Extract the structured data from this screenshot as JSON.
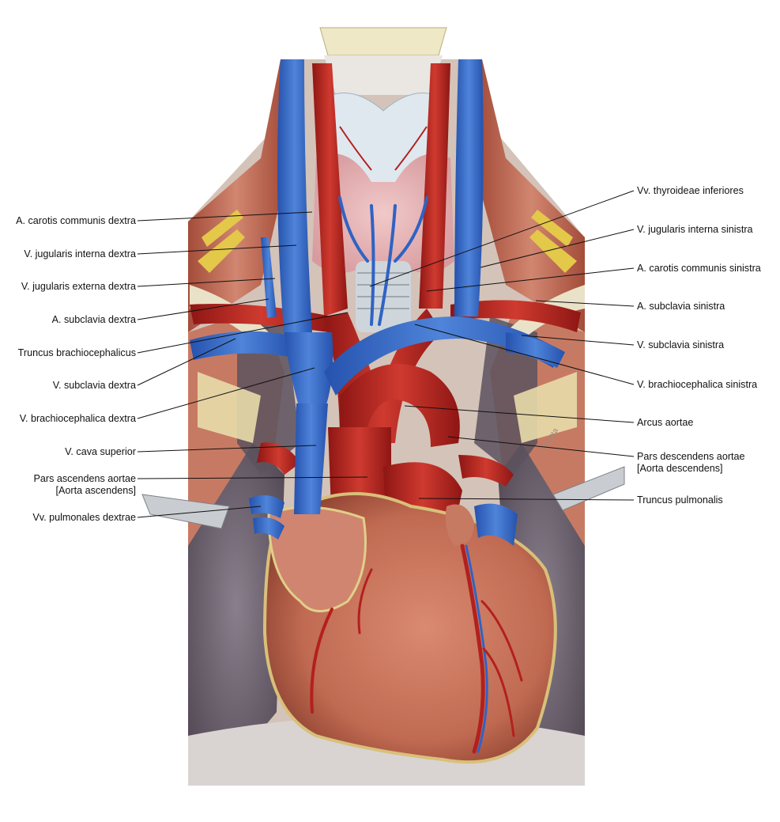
{
  "labels_left": [
    {
      "id": "a-carotis-communis-dextra",
      "text": "A. carotis communis dextra"
    },
    {
      "id": "v-jugularis-interna-dextra",
      "text": "V. jugularis interna dextra"
    },
    {
      "id": "v-jugularis-externa-dextra",
      "text": "V. jugularis externa dextra"
    },
    {
      "id": "a-subclavia-dextra",
      "text": "A. subclavia dextra"
    },
    {
      "id": "truncus-brachiocephalicus",
      "text": "Truncus brachiocephalicus"
    },
    {
      "id": "v-subclavia-dextra",
      "text": "V. subclavia dextra"
    },
    {
      "id": "v-brachiocephalica-dextra",
      "text": "V. brachiocephalica dextra"
    },
    {
      "id": "v-cava-superior",
      "text": "V. cava superior"
    },
    {
      "id": "pars-ascendens-aortae",
      "text": "Pars ascendens aortae",
      "sub": "[Aorta ascendens]"
    },
    {
      "id": "vv-pulmonales-dextrae",
      "text": "Vv. pulmonales dextrae"
    }
  ],
  "labels_right": [
    {
      "id": "vv-thyroideae-inferiores",
      "text": "Vv. thyroideae inferiores"
    },
    {
      "id": "v-jugularis-interna-sinistra",
      "text": "V. jugularis interna sinistra"
    },
    {
      "id": "a-carotis-communis-sinistra",
      "text": "A. carotis communis sinistra"
    },
    {
      "id": "a-subclavia-sinistra",
      "text": "A. subclavia sinistra"
    },
    {
      "id": "v-subclavia-sinistra",
      "text": "V. subclavia sinistra"
    },
    {
      "id": "v-brachiocephalica-sinistra",
      "text": "V. brachiocephalica sinistra"
    },
    {
      "id": "arcus-aortae",
      "text": "Arcus aortae"
    },
    {
      "id": "pars-descendens-aortae",
      "text": "Pars descendens aortae",
      "sub": "[Aorta descendens]"
    },
    {
      "id": "truncus-pulmonalis",
      "text": "Truncus pulmonalis"
    }
  ],
  "colors": {
    "vein": "#2f63c4",
    "vein_light": "#5b8fe0",
    "artery": "#b3201e",
    "artery_dark": "#7e1210",
    "heart": "#c8735a",
    "muscle": "#c9745e",
    "lung": "#6f6470",
    "cartilage": "#dfe8ee",
    "thyroid": "#e7b4b6",
    "nerve_yellow": "#e3c84a",
    "leader": "#111111"
  },
  "watermark": "sobotta"
}
